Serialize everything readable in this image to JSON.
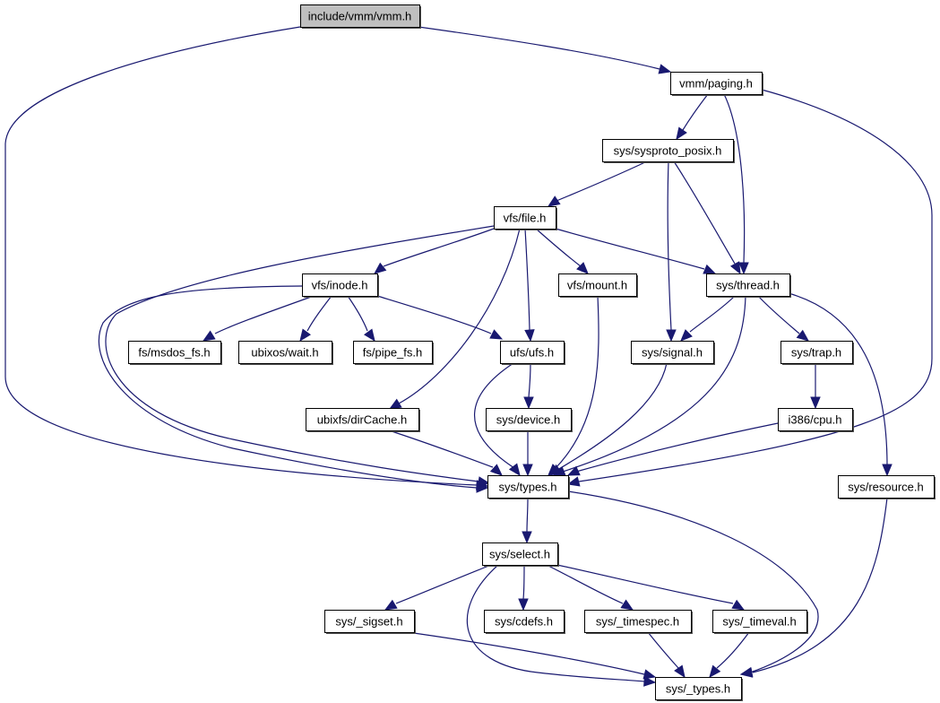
{
  "graph": {
    "title": "include/vmm/vmm.h",
    "colors": {
      "edge": "#191970",
      "root_fill": "#bfbfbf",
      "node_fill": "#ffffff",
      "border": "#000000"
    },
    "nodes": [
      {
        "id": "vmm",
        "label": "include/vmm/vmm.h",
        "root": true
      },
      {
        "id": "paging",
        "label": "vmm/paging.h"
      },
      {
        "id": "sysproto",
        "label": "sys/sysproto_posix.h"
      },
      {
        "id": "file",
        "label": "vfs/file.h"
      },
      {
        "id": "inode",
        "label": "vfs/inode.h"
      },
      {
        "id": "mount",
        "label": "vfs/mount.h"
      },
      {
        "id": "thread",
        "label": "sys/thread.h"
      },
      {
        "id": "msdos",
        "label": "fs/msdos_fs.h"
      },
      {
        "id": "wait",
        "label": "ubixos/wait.h"
      },
      {
        "id": "pipe",
        "label": "fs/pipe_fs.h"
      },
      {
        "id": "ufs",
        "label": "ufs/ufs.h"
      },
      {
        "id": "signal",
        "label": "sys/signal.h"
      },
      {
        "id": "trap",
        "label": "sys/trap.h"
      },
      {
        "id": "dircache",
        "label": "ubixfs/dirCache.h"
      },
      {
        "id": "device",
        "label": "sys/device.h"
      },
      {
        "id": "cpu",
        "label": "i386/cpu.h"
      },
      {
        "id": "types",
        "label": "sys/types.h"
      },
      {
        "id": "resource",
        "label": "sys/resource.h"
      },
      {
        "id": "select",
        "label": "sys/select.h"
      },
      {
        "id": "sigset",
        "label": "sys/_sigset.h"
      },
      {
        "id": "cdefs",
        "label": "sys/cdefs.h"
      },
      {
        "id": "timespec",
        "label": "sys/_timespec.h"
      },
      {
        "id": "timeval",
        "label": "sys/_timeval.h"
      },
      {
        "id": "_types",
        "label": "sys/_types.h"
      }
    ],
    "edges": [
      {
        "from": "vmm",
        "to": "paging"
      },
      {
        "from": "vmm",
        "to": "types"
      },
      {
        "from": "paging",
        "to": "sysproto"
      },
      {
        "from": "paging",
        "to": "thread"
      },
      {
        "from": "paging",
        "to": "types"
      },
      {
        "from": "sysproto",
        "to": "file"
      },
      {
        "from": "sysproto",
        "to": "signal"
      },
      {
        "from": "sysproto",
        "to": "thread"
      },
      {
        "from": "file",
        "to": "inode"
      },
      {
        "from": "file",
        "to": "mount"
      },
      {
        "from": "file",
        "to": "thread"
      },
      {
        "from": "file",
        "to": "ufs"
      },
      {
        "from": "file",
        "to": "dircache"
      },
      {
        "from": "file",
        "to": "types"
      },
      {
        "from": "inode",
        "to": "msdos"
      },
      {
        "from": "inode",
        "to": "wait"
      },
      {
        "from": "inode",
        "to": "pipe"
      },
      {
        "from": "inode",
        "to": "ufs"
      },
      {
        "from": "inode",
        "to": "types"
      },
      {
        "from": "mount",
        "to": "types"
      },
      {
        "from": "thread",
        "to": "signal"
      },
      {
        "from": "thread",
        "to": "trap"
      },
      {
        "from": "thread",
        "to": "types"
      },
      {
        "from": "thread",
        "to": "resource"
      },
      {
        "from": "ufs",
        "to": "device"
      },
      {
        "from": "ufs",
        "to": "types"
      },
      {
        "from": "signal",
        "to": "types"
      },
      {
        "from": "trap",
        "to": "cpu"
      },
      {
        "from": "dircache",
        "to": "types"
      },
      {
        "from": "device",
        "to": "types"
      },
      {
        "from": "cpu",
        "to": "types"
      },
      {
        "from": "types",
        "to": "select"
      },
      {
        "from": "types",
        "to": "_types"
      },
      {
        "from": "resource",
        "to": "_types"
      },
      {
        "from": "select",
        "to": "sigset"
      },
      {
        "from": "select",
        "to": "cdefs"
      },
      {
        "from": "select",
        "to": "timespec"
      },
      {
        "from": "select",
        "to": "timeval"
      },
      {
        "from": "select",
        "to": "_types"
      },
      {
        "from": "sigset",
        "to": "_types"
      },
      {
        "from": "timespec",
        "to": "_types"
      },
      {
        "from": "timeval",
        "to": "_types"
      }
    ]
  }
}
